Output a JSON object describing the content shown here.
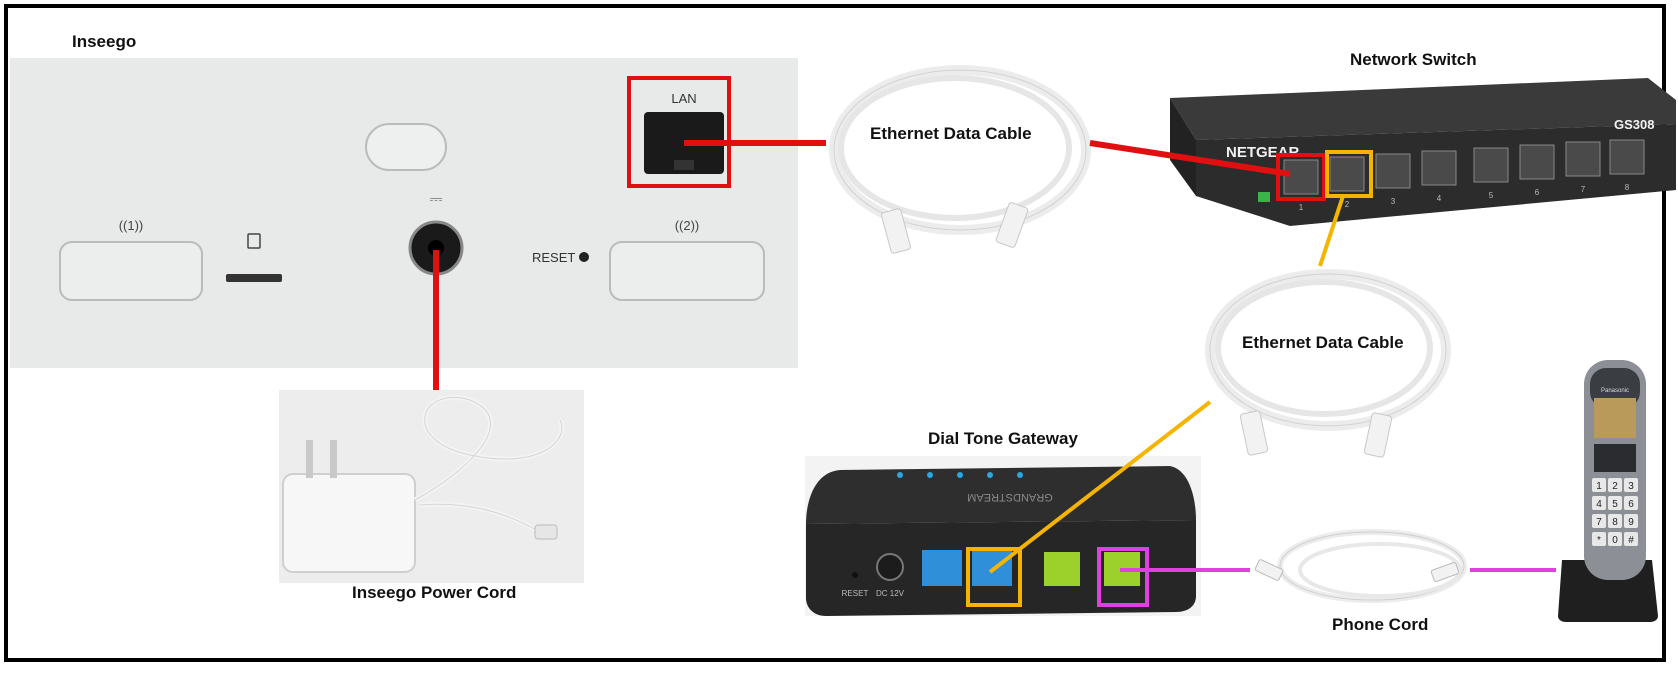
{
  "labels": {
    "inseego": "Inseego",
    "network_switch": "Network Switch",
    "ethernet_cable_1": "Ethernet Data Cable",
    "ethernet_cable_2": "Ethernet Data Cable",
    "dial_tone_gateway": "Dial Tone Gateway",
    "inseego_power_cord": "Inseego Power Cord",
    "phone_cord": "Phone Cord"
  },
  "device_text": {
    "lan": "LAN",
    "reset": "RESET",
    "power_symbol": "⎓",
    "slot_1": "((1))",
    "slot_2": "((2))",
    "switch_brand": "NETGEAR",
    "switch_model": "GS308",
    "switch_ports": [
      "1",
      "2",
      "3",
      "4",
      "5",
      "6",
      "7",
      "8"
    ],
    "gateway_brand": "GRANDSTREAM",
    "gateway_reset": "RESET",
    "gateway_dc": "DC 12V",
    "phone_brand": "Panasonic",
    "phone_keys": [
      "1",
      "2",
      "3",
      "4",
      "5",
      "6",
      "7",
      "8",
      "9",
      "*",
      "0",
      "#"
    ]
  },
  "colors": {
    "power_and_lan_link": "#e01010",
    "switch_to_gateway_link": "#f4b400",
    "phone_link": "#e040e0",
    "frame": "#000000"
  }
}
